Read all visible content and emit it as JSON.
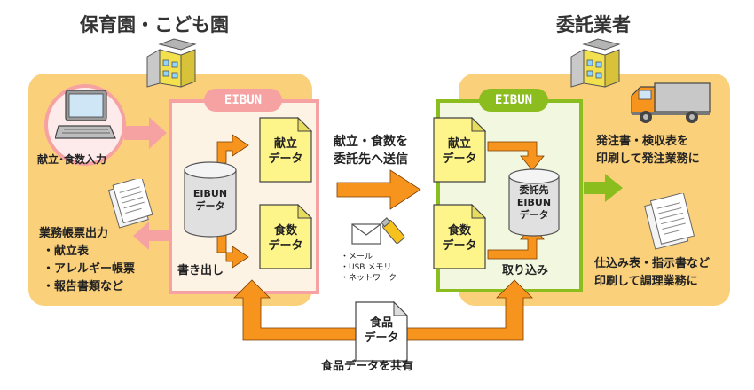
{
  "left_title": "保育園・こども園",
  "right_title": "委託業者",
  "left_panel": {
    "tab_label": "EIBUN",
    "db_label": "EIBUN\nデータ",
    "doc_menu": "献立\nデータ",
    "doc_count": "食数\nデータ",
    "export_label": "書き出し",
    "pc_caption": "献立･食数入力",
    "output_title": "業務帳票出力",
    "output_items": [
      "・献立表",
      "・アレルギー帳票",
      "・報告書類など"
    ]
  },
  "center": {
    "send_text": "献立・食数を\n委託先へ送信",
    "methods": [
      "・メール",
      "・USB メモリ",
      "・ネットワーク"
    ],
    "food_doc": "食品\nデータ",
    "share_label": "食品データを共有"
  },
  "right_panel": {
    "tab_label": "EIBUN",
    "db_label": "委託先\nEIBUN\nデータ",
    "doc_menu": "献立\nデータ",
    "doc_count": "食数\nデータ",
    "import_label": "取り込み",
    "order_text": "発注書・検収表を\n印刷して発注業務に",
    "cook_text": "仕込み表・指示書など\n印刷して調理業務に"
  },
  "colors": {
    "orange_bg": "#fbd07a",
    "pink": "#f6a2a2",
    "green": "#8cbd1f",
    "arrow_orange": "#f7941d",
    "doc_yellow": "#fdf58a",
    "left_inner": "#fdf3e4",
    "right_inner": "#f2f7df"
  }
}
